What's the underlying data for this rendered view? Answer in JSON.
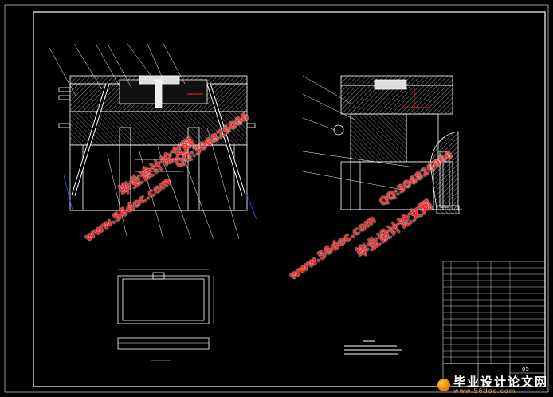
{
  "watermark": {
    "site": "www.56doc.com",
    "qq": "QQ:306826066",
    "brand": "毕业设计论文网"
  },
  "logo": {
    "brand": "毕业设计论文网",
    "site": "www.56doc.com"
  },
  "title_block": {
    "sheet_no": "05"
  },
  "colors": {
    "background": "#000000",
    "line": "#ffffff",
    "hatch": "#cccccc",
    "accent_red": "#ff2020",
    "accent_blue": "#3050ff"
  }
}
